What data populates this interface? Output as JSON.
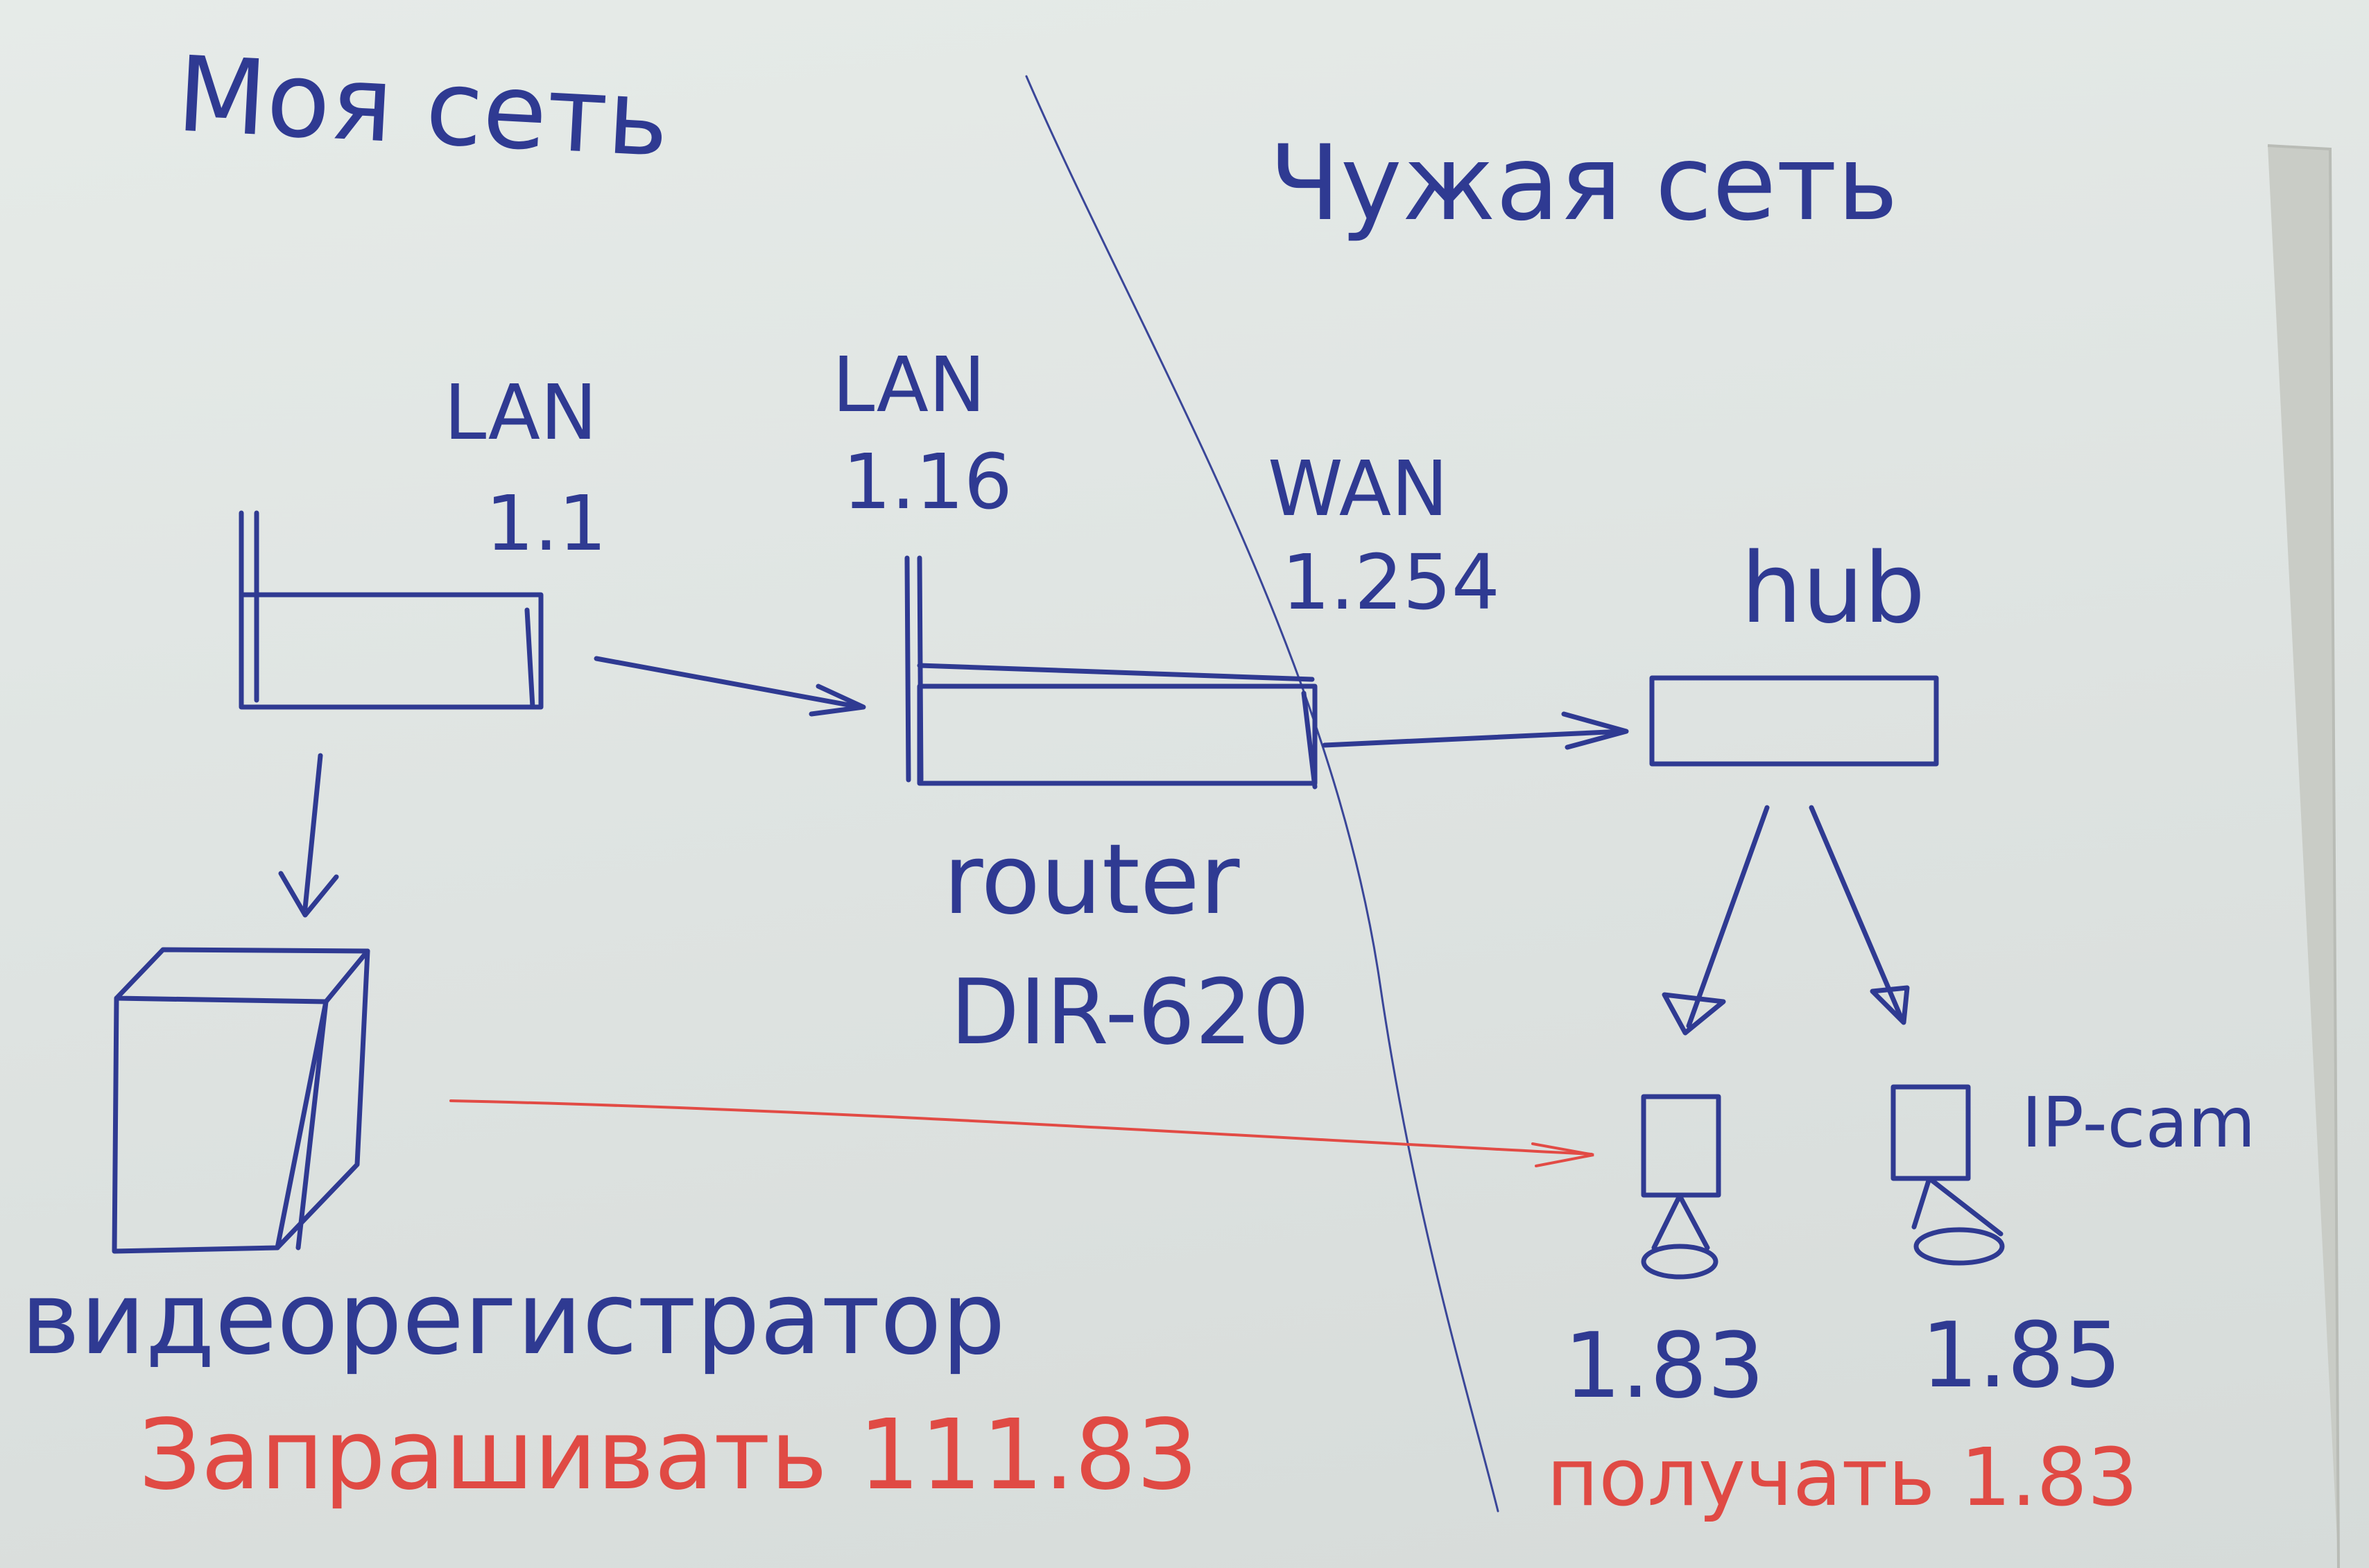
{
  "colors": {
    "ink": "#2f3a92",
    "red_ink": "#e24b45",
    "paper": "#e2e7e5"
  },
  "zones": {
    "left": "Моя сеть",
    "right": "Чужая сеть"
  },
  "pc": {
    "port": "LAN",
    "ip": "1.1"
  },
  "router": {
    "lan_port": "LAN",
    "lan_ip": "1.16",
    "wan_port": "WAN",
    "wan_ip": "1.254",
    "label": "router",
    "model": "DIR-620"
  },
  "hub": {
    "label": "hub"
  },
  "dvr": {
    "label": "видеорегистратор"
  },
  "cameras": {
    "label": "IP-cam",
    "cam1_ip": "1.83",
    "cam2_ip": "1.85"
  },
  "notes": {
    "request": "Запрашивать 111.83",
    "receive": "получать 1.83"
  }
}
